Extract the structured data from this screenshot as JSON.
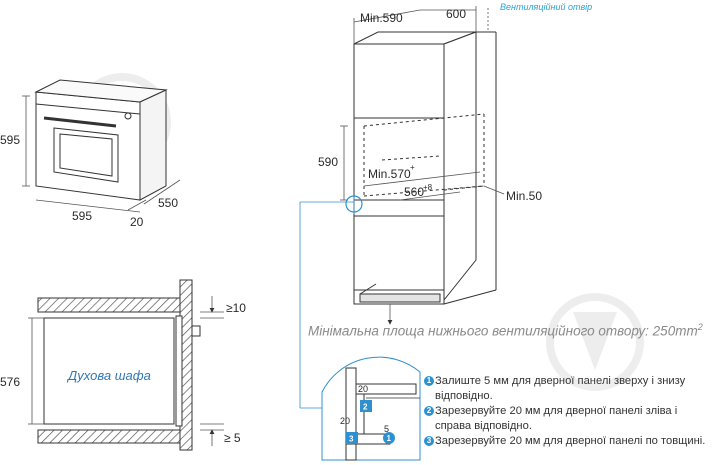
{
  "oven_dims": {
    "height": "595",
    "width": "595",
    "depth": "550",
    "door": "20"
  },
  "cabinet_dims": {
    "min_width": "Min.590",
    "width": "600",
    "vent_note": "Вентиляційний отвір",
    "niche_height": "590",
    "min_inner": "Min.570",
    "inner_sup": "+",
    "inner_width": "560",
    "inner_sup2": "+8",
    "min_gap": "Min.50"
  },
  "section": {
    "top_gap": "≥10",
    "height": "576",
    "bottom_gap": "≥ 5",
    "oven_label": "Духова шафа"
  },
  "vent_area": {
    "text": "Мінімальна площа нижнього вентиляційного отвору: 250mm",
    "sup": "2"
  },
  "detail": {
    "dim_top": "20",
    "dim_left": "20",
    "dim_bottom": "5",
    "badges": [
      "1",
      "2",
      "3"
    ]
  },
  "notes": [
    {
      "num": "1",
      "text": "Залиште 5 мм для дверної панелі зверху і знизу відповідно."
    },
    {
      "num": "2",
      "text": "Зарезервуйте 20 мм для дверної панелі зліва і справа відповідно."
    },
    {
      "num": "3",
      "text": "Зарезервуйте 20 мм для дверної панелі по товщині."
    }
  ],
  "colors": {
    "line": "#333333",
    "accent": "#29a3d6",
    "hatch": "#555555",
    "watermark": "#cccccc"
  }
}
